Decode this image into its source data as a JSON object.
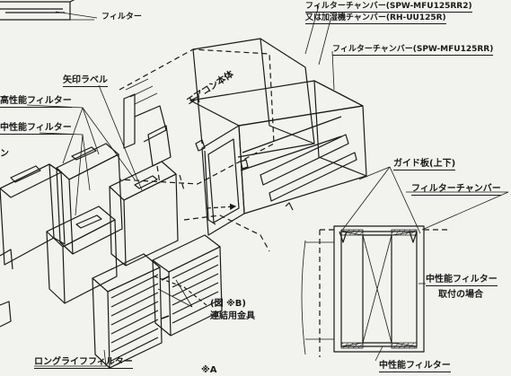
{
  "labels": {
    "filter_top": "フィルター",
    "chamber_model_1": "フィルターチャンバー(SPW-MFU125RR2)",
    "chamber_model_2": "又は加湿機チャンバー(RH-UU125R)",
    "chamber_model_3": "フィルターチャンバー(SPW-MFU125RR)",
    "aircon_body": "エアコン本体",
    "arrow_label": "矢印ラベル",
    "high_perf_filter": "高性能フィルター",
    "mid_perf_filter": "中性能フィルター",
    "left_cut": "ン",
    "guide_plate": "ガイド板(上下)",
    "filter_chamber": "フィルターチャンバー",
    "mid_perf_filter_2": "中性能フィルター",
    "install_case": "取付の場合",
    "fig_b": "(図 ※B)",
    "connecting_bracket": "連結用金具",
    "long_life_filter": "ロングライフフィルター",
    "mid_perf_filter_3": "中性能フィルター",
    "bottom_mark": "※A"
  },
  "colors": {
    "ink": "#1a1a1a",
    "paper": "#f2f2ee"
  }
}
